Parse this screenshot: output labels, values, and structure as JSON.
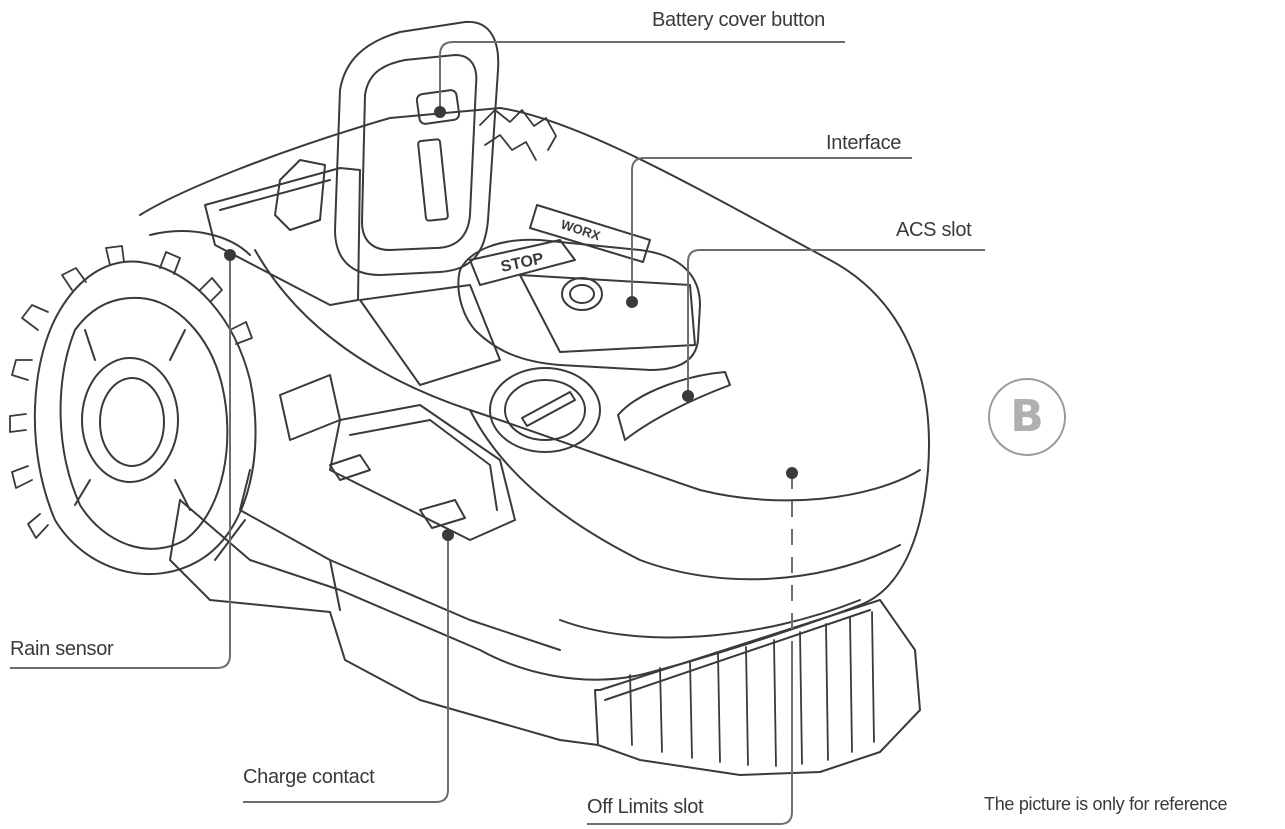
{
  "callouts": {
    "battery_cover_button": "Battery cover button",
    "interface": "Interface",
    "acs_slot": "ACS slot",
    "rain_sensor": "Rain sensor",
    "charge_contact": "Charge contact",
    "off_limits_slot": "Off Limits slot"
  },
  "device_markings": {
    "stop_button": "STOP",
    "brand_badge": "WORX"
  },
  "view_badge": "B",
  "footnote": "The picture is only for reference",
  "colors": {
    "line": "#3a3a3a",
    "leader": "#6e6e6e",
    "background": "#ffffff",
    "badge": "#9a9a9a"
  }
}
